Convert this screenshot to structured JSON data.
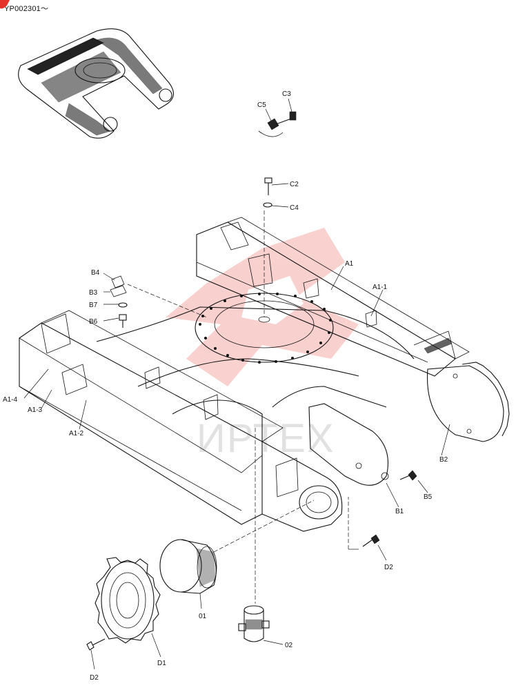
{
  "header": {
    "serial_range": "YP002301～"
  },
  "watermark": {
    "text": "ИРТЕХ",
    "color": "#e4322b"
  },
  "accent_color": "#e4322b",
  "parts": {
    "C5": "C5",
    "C3": "C3",
    "C2": "C2",
    "C4": "C4",
    "A1": "A1",
    "A1_1": "A1-1",
    "A1_2": "A1-2",
    "A1_3": "A1-3",
    "A1_4": "A1-4",
    "B1": "B1",
    "B2": "B2",
    "B3": "B3",
    "B4": "B4",
    "B5": "B5",
    "B6": "B6",
    "B7": "B7",
    "D1": "D1",
    "D2_top": "D2",
    "D2_bottom": "D2",
    "O1": "01",
    "O2": "02"
  }
}
